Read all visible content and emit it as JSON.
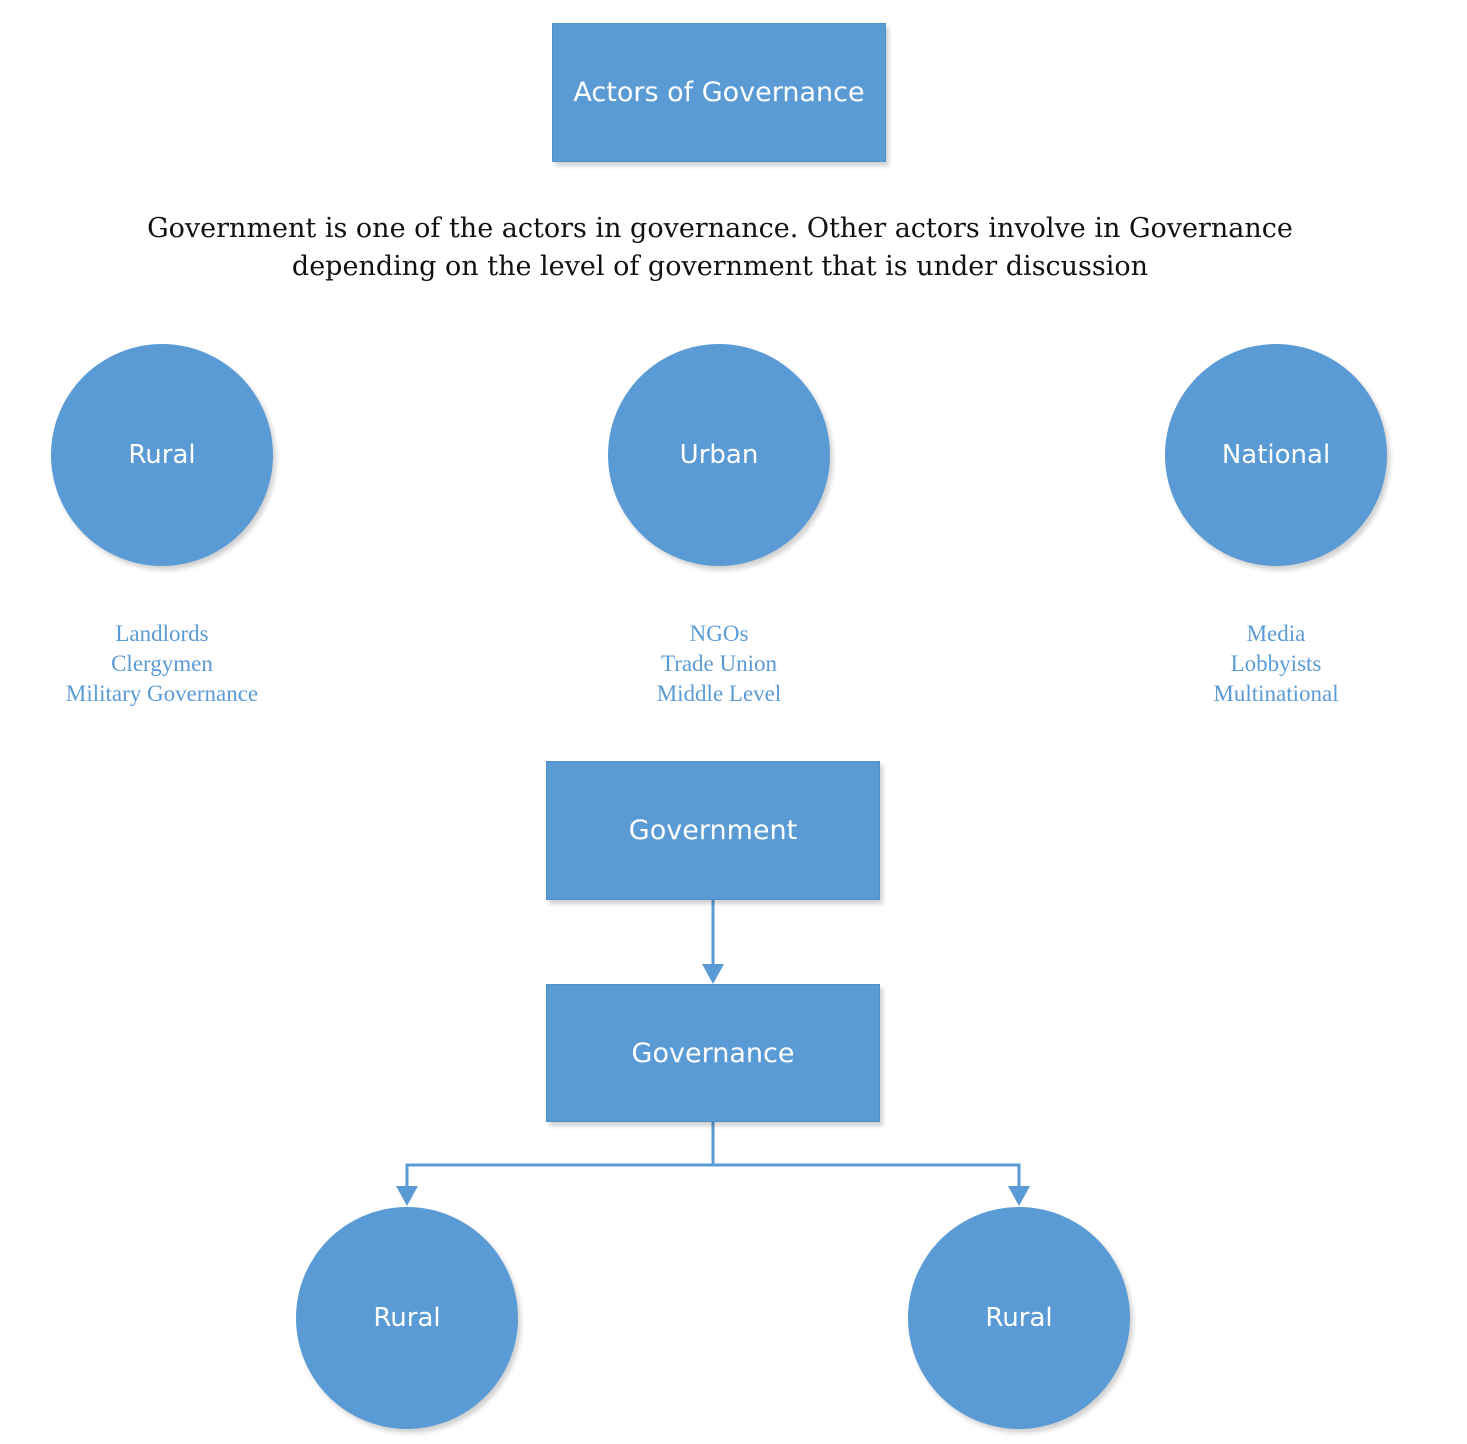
{
  "title": "Actors of Governance",
  "description": {
    "line1": "Government is one of the actors in governance. Other actors involve in Governance",
    "line2": "depending on the level of government that is under discussion"
  },
  "levels": [
    {
      "label": "Rural",
      "actors": [
        "Landlords",
        "Clergymen",
        "Military Governance"
      ]
    },
    {
      "label": "Urban",
      "actors": [
        "NGOs",
        "Trade Union",
        "Middle Level"
      ]
    },
    {
      "label": "National",
      "actors": [
        "Media",
        "Lobbyists",
        "Multinational"
      ]
    }
  ],
  "flow": {
    "top": "Government",
    "middle": "Governance",
    "children": [
      "Rural",
      "Rural"
    ]
  },
  "colors": {
    "shape_fill": "#5b9bd5",
    "shape_text": "#ffffff",
    "list_text": "#5b9bd5",
    "body_text": "#111111"
  }
}
